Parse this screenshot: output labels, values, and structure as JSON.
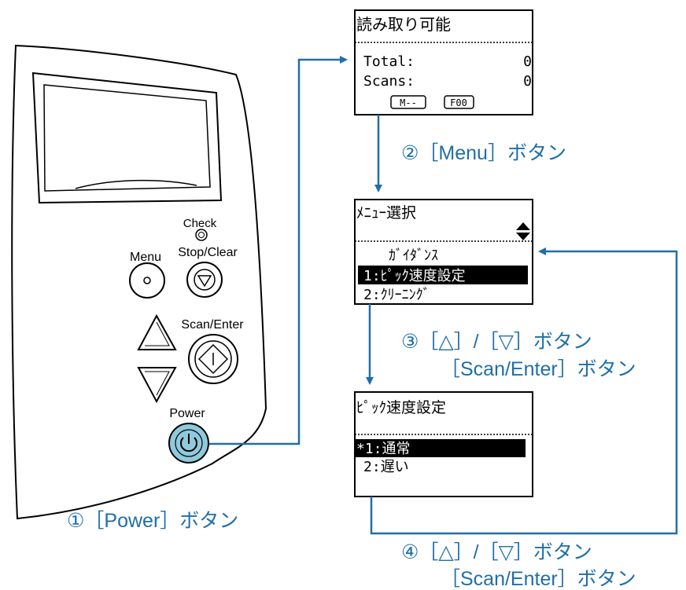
{
  "panel": {
    "check_label": "Check",
    "menu_label": "Menu",
    "stop_clear_label": "Stop/Clear",
    "scan_enter_label": "Scan/Enter",
    "power_label": "Power"
  },
  "screen1": {
    "title": "読み取り可能",
    "rows": [
      {
        "label": "Total:",
        "value": "0"
      },
      {
        "label": "Scans:",
        "value": "0"
      }
    ],
    "indicator_m": "M--",
    "indicator_f": "F00"
  },
  "screen2": {
    "title": "ﾒﾆｭｰ選択",
    "items": [
      "ｶﾞｲﾀﾞﾝｽ",
      "1:ﾋﾟｯｸ速度設定",
      "2:ｸﾘｰﾆﾝｸﾞ"
    ],
    "selected_index": 1
  },
  "screen3": {
    "title": "ﾋﾟｯｸ速度設定",
    "items": [
      "*1:通常",
      "2:遅い"
    ],
    "selected_index": 0
  },
  "steps": {
    "step1": "①［Power］ボタン",
    "step2": "②［Menu］ボタン",
    "step3_line1": "③［△］/［▽］ボタン",
    "step3_line2": "［Scan/Enter］ボタン",
    "step4_line1": "④［△］/［▽］ボタン",
    "step4_line2": "［Scan/Enter］ボタン"
  },
  "colors": {
    "arrow": "#1f6fa8",
    "power_button": "#8fc9dc",
    "panel_stroke": "#000000"
  },
  "icons": {
    "power": "power-icon",
    "stop": "down-triangle-in-circle-icon",
    "scan": "diamond-play-icon",
    "up": "up-triangle-icon",
    "down": "down-triangle-icon"
  }
}
